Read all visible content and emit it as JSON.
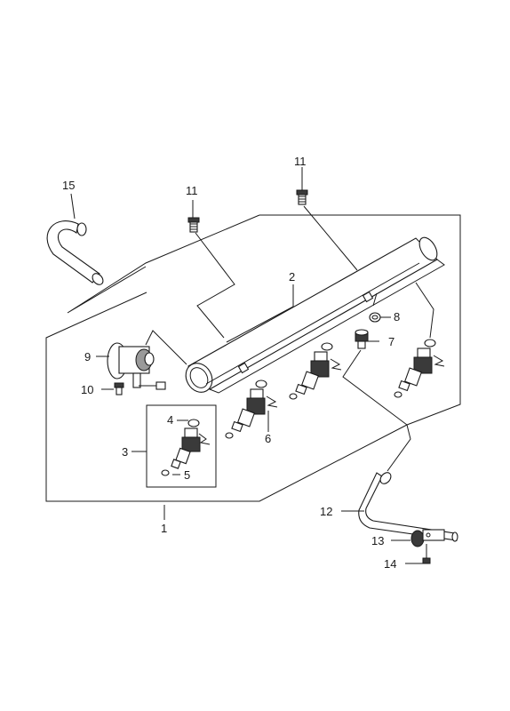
{
  "callouts": {
    "c1": "1",
    "c2": "2",
    "c3": "3",
    "c4": "4",
    "c5": "5",
    "c6": "6",
    "c7": "7",
    "c8": "8",
    "c9": "9",
    "c10": "10",
    "c11a": "11",
    "c11b": "11",
    "c12": "12",
    "c13": "13",
    "c14": "14",
    "c15": "15"
  }
}
